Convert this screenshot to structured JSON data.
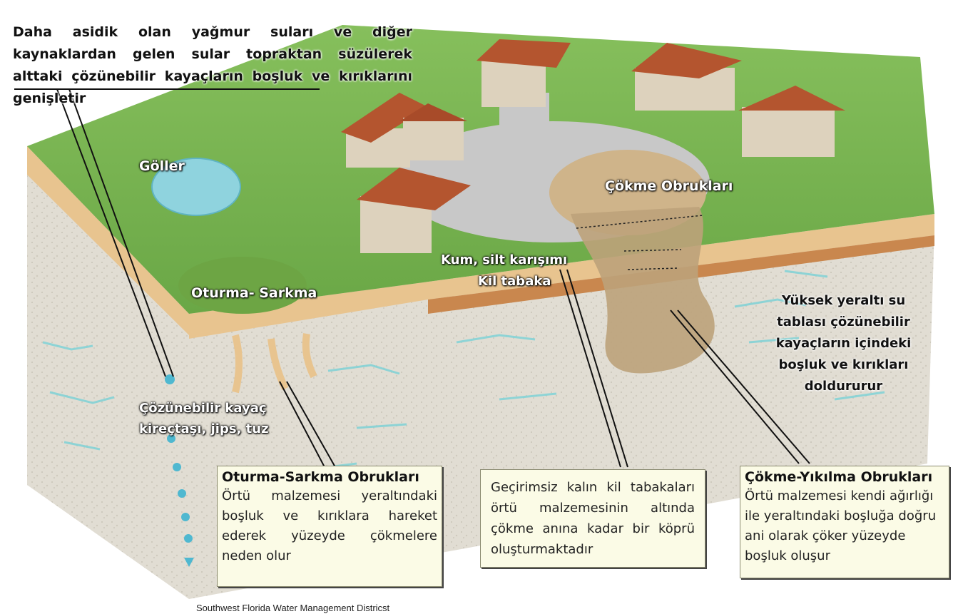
{
  "labels": {
    "top_note": "Daha asidik olan yağmur suları ve diğer kaynaklardan gelen sular topraktan süzülerek alttaki çözünebilir kayaçların boşluk ve kırıklarını genişletir",
    "lakes": "Göller",
    "collapse": "Çökme Obrukları",
    "sand_silt": "Kum, silt karışımı",
    "clay_layer": "Kil tabaka",
    "settling": "Oturma- Sarkma",
    "water_table": "Yüksek yeraltı su tablası çözünebilir kayaçların içindeki boşluk ve kırıkları doldururur",
    "soluble_rock": "Çözünebilir kayaç\nkireçtaşı, jips, tuz"
  },
  "boxes": {
    "subsidence": {
      "title": "Oturma-Sarkma Obrukları",
      "body": "Örtü malzemesi yeraltındaki boşluk ve kırıklara hareket ederek yüzeyde çökmelere neden olur"
    },
    "clay_bridge": {
      "body": "Geçirimsiz kalın kil tabakaları örtü malzemesinin altında çökme anına kadar bir köprü oluşturmaktadır"
    },
    "collapse": {
      "title": "Çökme-Yıkılma Obrukları",
      "body": "Örtü malzemesi kendi ağırlığı ile yeraltındaki boşluğa doğru ani olarak çöker yüzeyde boşluk oluşur"
    }
  },
  "credit": "Southwest Florida Water Management Districst",
  "colors": {
    "grass": "#79b550",
    "sand": "#e6c28e",
    "clay": "#c9874e",
    "rock": "#ddd9cf",
    "water": "#7fd2d6",
    "roof": "#b4552f",
    "wall": "#ddd2bd",
    "pavement": "#c8c8c8"
  }
}
